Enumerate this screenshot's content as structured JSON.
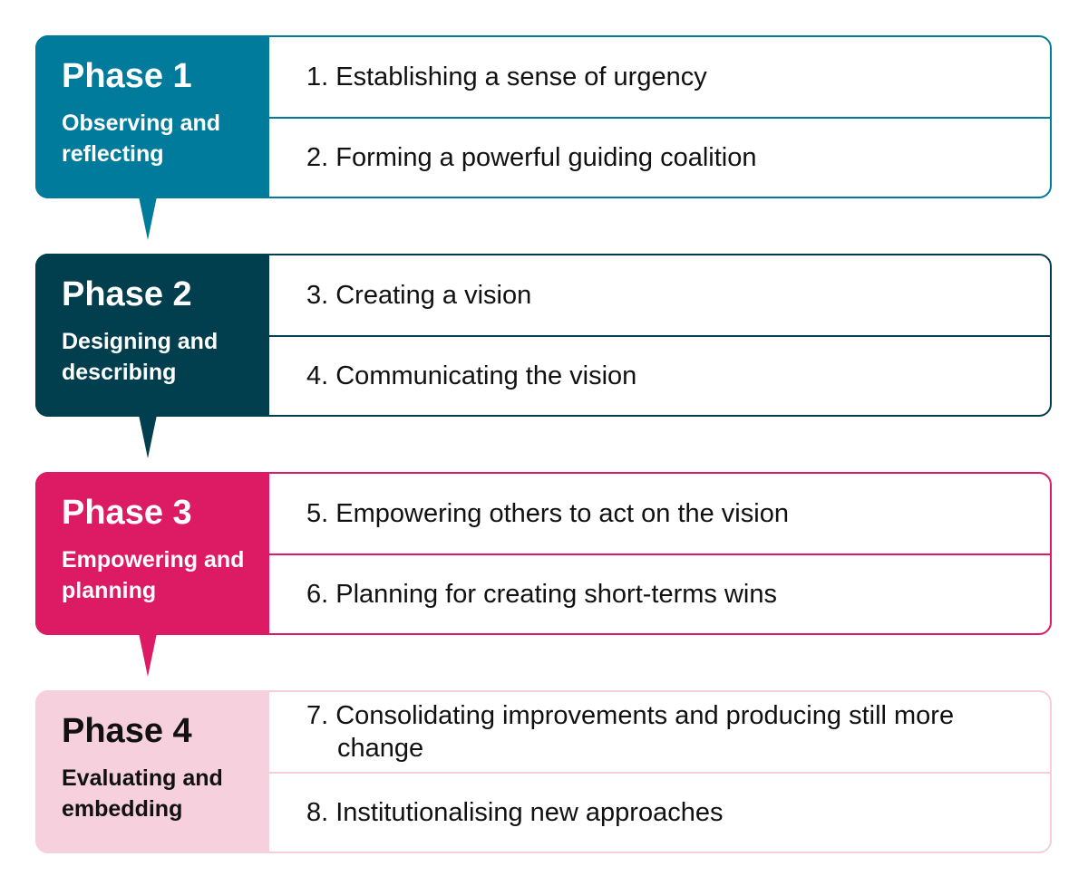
{
  "phases": [
    {
      "title": "Phase 1",
      "subtitle": "Observing and reflecting",
      "color": "#007b9c",
      "steps": [
        "1. Establishing a sense of urgency",
        "2. Forming a powerful guiding coalition"
      ]
    },
    {
      "title": "Phase 2",
      "subtitle": "Designing and describing",
      "color": "#013e4e",
      "steps": [
        "3. Creating a vision",
        "4. Communicating the vision"
      ]
    },
    {
      "title": "Phase 3",
      "subtitle": "Empowering and planning",
      "color": "#dd1a64",
      "steps": [
        "5. Empowering others to act on the vision",
        "6. Planning for creating short-terms wins"
      ]
    },
    {
      "title": "Phase 4",
      "subtitle": "Evaluating and embedding",
      "color": "#f7d0de",
      "steps": [
        "7. Consolidating improvements and producing still more change",
        "8. Institutionalising new approaches"
      ]
    }
  ]
}
